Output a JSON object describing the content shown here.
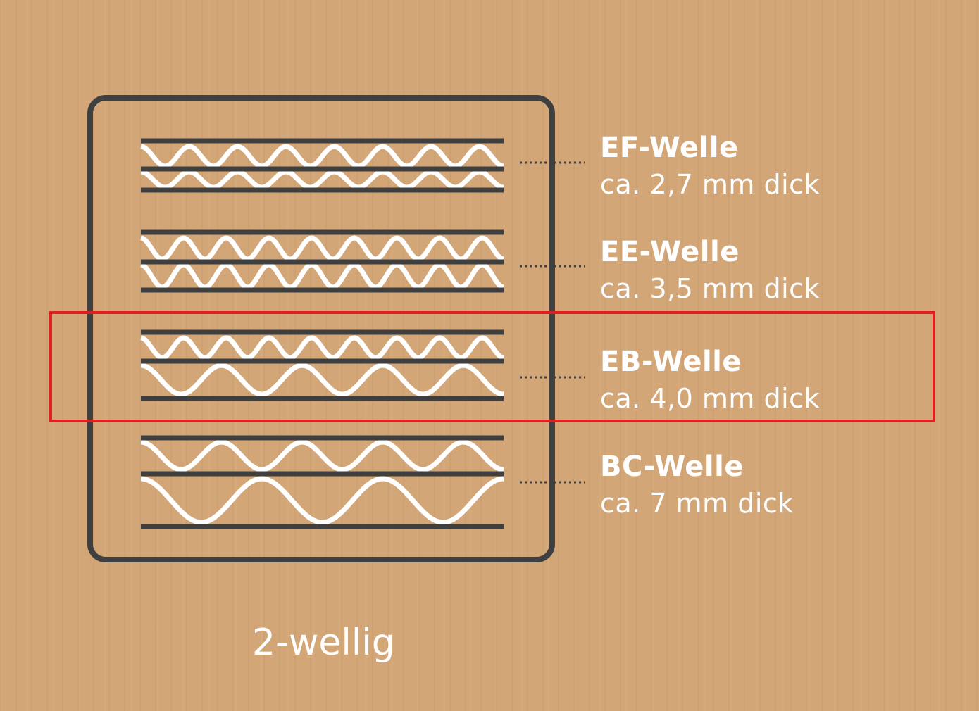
{
  "flutes": [
    {
      "name": "EF-Welle",
      "thickness": "ca. 2,7 mm dick",
      "highlighted": false
    },
    {
      "name": "EE-Welle",
      "thickness": "ca. 3,5 mm dick",
      "highlighted": false
    },
    {
      "name": "EB-Welle",
      "thickness": "ca. 4,0 mm dick",
      "highlighted": true
    },
    {
      "name": "BC-Welle",
      "thickness": "ca. 7 mm dick",
      "highlighted": false
    }
  ],
  "caption": "2-wellig",
  "colors": {
    "background": "#d2a677",
    "liner": "#403f3f",
    "flute": "#ffffff",
    "highlight": "#e0201f"
  }
}
